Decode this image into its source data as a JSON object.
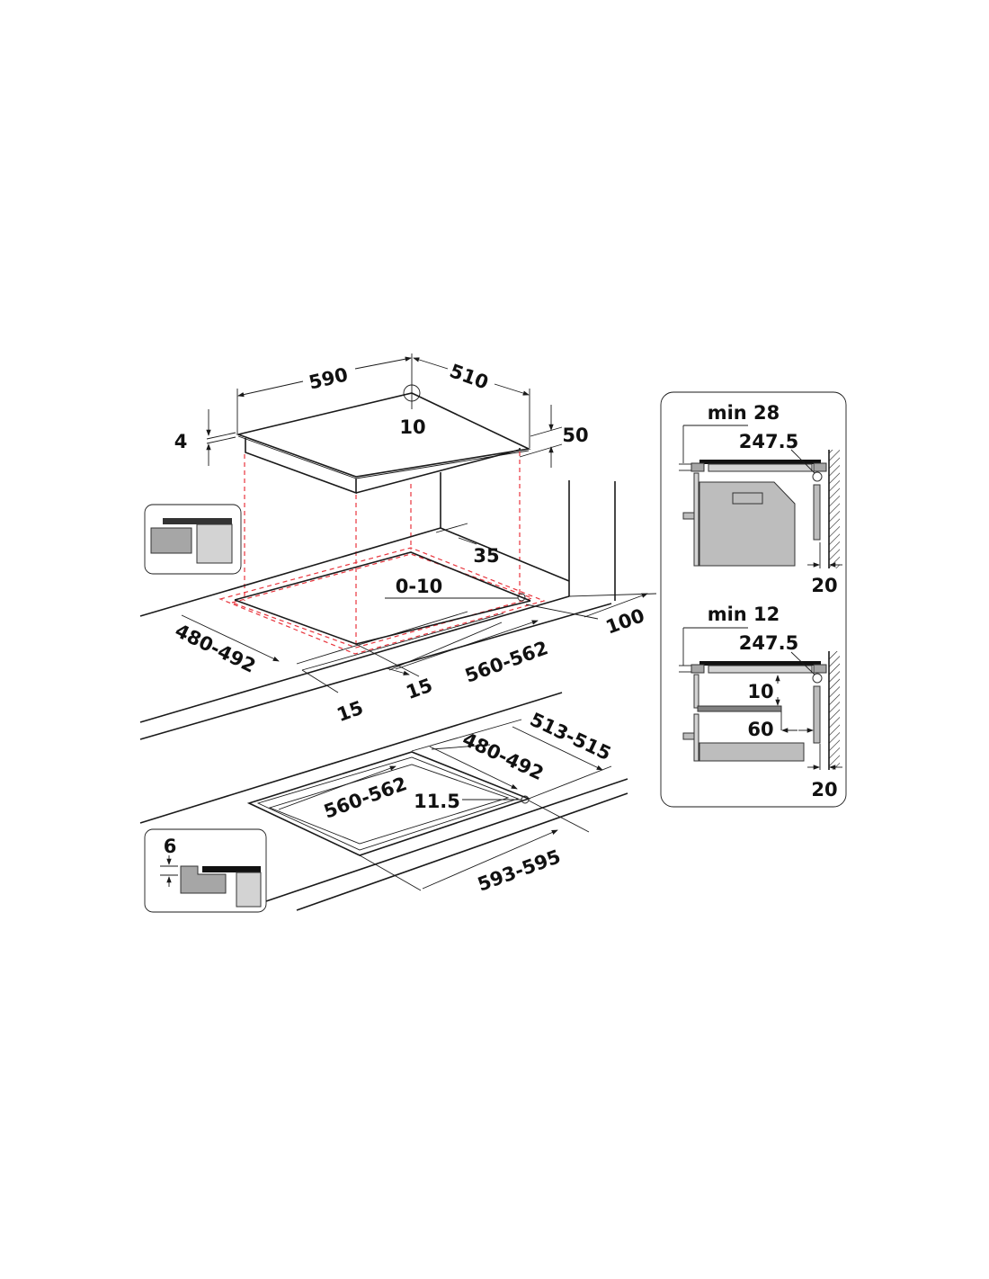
{
  "main_view": {
    "hob_width": "590",
    "hob_depth": "510",
    "corner_radius": "10",
    "glass_thickness": "4",
    "hob_height": "50",
    "rear_clearance": "35",
    "cutout_offset": "0-10",
    "wall_distance": "100",
    "cutout_depth": "480-492",
    "cutout_width": "560-562",
    "front_margin_a": "15",
    "front_margin_b": "15"
  },
  "flush_view": {
    "outer_depth": "513-515",
    "inner_depth": "480-492",
    "inner_width": "560-562",
    "rebate": "11.5",
    "outer_width": "593-595",
    "rebate_depth": "6"
  },
  "side_panel": {
    "upper": {
      "min_label": "min 28",
      "dimension": "247.5",
      "wall_gap": "20"
    },
    "lower": {
      "min_label": "min 12",
      "dimension": "247.5",
      "gap_vertical": "10",
      "gap_horizontal": "60",
      "wall_gap": "20"
    }
  },
  "colors": {
    "outline": "#1a1a1a",
    "dashed": "#e8343c",
    "fill_dark": "#a6a6a6",
    "fill_light": "#d3d3d3"
  }
}
